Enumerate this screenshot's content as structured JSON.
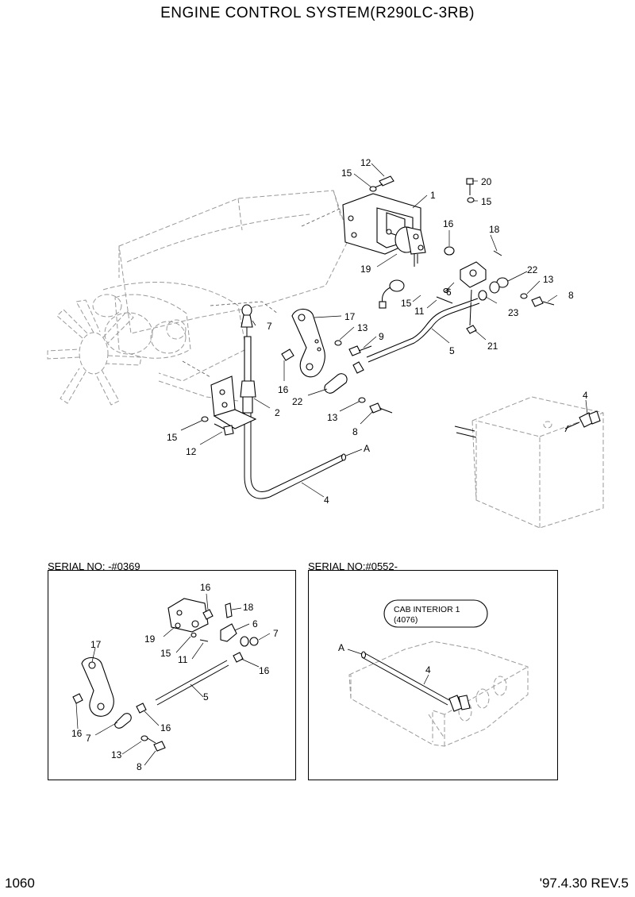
{
  "page": {
    "title": "ENGINE CONTROL SYSTEM(R290LC-3RB)",
    "page_number": "1060",
    "revision": "'97.4.30 REV.5"
  },
  "main_labels": [
    {
      "id": "m12a",
      "text": "12"
    },
    {
      "id": "m15a",
      "text": "15"
    },
    {
      "id": "m1",
      "text": "1"
    },
    {
      "id": "m20",
      "text": "20"
    },
    {
      "id": "m15b",
      "text": "15"
    },
    {
      "id": "m16a",
      "text": "16"
    },
    {
      "id": "m18",
      "text": "18"
    },
    {
      "id": "m19",
      "text": "19"
    },
    {
      "id": "m6",
      "text": "6"
    },
    {
      "id": "m22a",
      "text": "22"
    },
    {
      "id": "m13a",
      "text": "13"
    },
    {
      "id": "m8a",
      "text": "8"
    },
    {
      "id": "m15c",
      "text": "15"
    },
    {
      "id": "m11",
      "text": "11"
    },
    {
      "id": "m23",
      "text": "23"
    },
    {
      "id": "m7",
      "text": "7"
    },
    {
      "id": "m17",
      "text": "17"
    },
    {
      "id": "m13b",
      "text": "13"
    },
    {
      "id": "m9",
      "text": "9"
    },
    {
      "id": "m21",
      "text": "21"
    },
    {
      "id": "m5",
      "text": "5"
    },
    {
      "id": "m16b",
      "text": "16"
    },
    {
      "id": "m22b",
      "text": "22"
    },
    {
      "id": "m2",
      "text": "2"
    },
    {
      "id": "m13c",
      "text": "13"
    },
    {
      "id": "m8b",
      "text": "8"
    },
    {
      "id": "m15d",
      "text": "15"
    },
    {
      "id": "m12b",
      "text": "12"
    },
    {
      "id": "mA",
      "text": "A"
    },
    {
      "id": "m4a",
      "text": "4"
    },
    {
      "id": "m4b",
      "text": "4"
    }
  ],
  "inset_left": {
    "serial": "SERIAL NO: -#0369",
    "labels": [
      {
        "id": "l16a",
        "text": "16"
      },
      {
        "id": "l18",
        "text": "18"
      },
      {
        "id": "l6",
        "text": "6"
      },
      {
        "id": "l7a",
        "text": "7"
      },
      {
        "id": "l19",
        "text": "19"
      },
      {
        "id": "l15",
        "text": "15"
      },
      {
        "id": "l11",
        "text": "11"
      },
      {
        "id": "l16b",
        "text": "16"
      },
      {
        "id": "l17",
        "text": "17"
      },
      {
        "id": "l5",
        "text": "5"
      },
      {
        "id": "l16c",
        "text": "16"
      },
      {
        "id": "l7b",
        "text": "7"
      },
      {
        "id": "l16d",
        "text": "16"
      },
      {
        "id": "l13",
        "text": "13"
      },
      {
        "id": "l8",
        "text": "8"
      }
    ]
  },
  "inset_right": {
    "serial": "SERIAL NO:#0552-",
    "ref_box": {
      "line1": "CAB INTERIOR 1",
      "line2": "(4076)"
    },
    "labels": [
      {
        "id": "rA",
        "text": "A"
      },
      {
        "id": "r4",
        "text": "4"
      }
    ]
  }
}
